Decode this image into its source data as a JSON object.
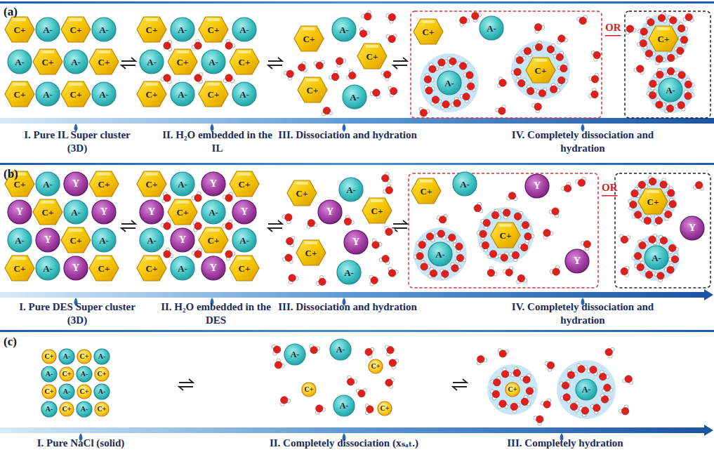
{
  "diagram": {
    "nodes": [
      {
        "text": [
          "C+"
        ]
      },
      {
        "text": [
          "A-"
        ]
      },
      {
        "text": [
          "C+"
        ]
      },
      {
        "text": [
          "A-"
        ]
      },
      {
        "text": [
          "A-"
        ]
      },
      {
        "text": [
          "C+"
        ]
      },
      {
        "text": [
          "A-"
        ]
      },
      {
        "text": [
          "C+"
        ]
      },
      {
        "text": [
          "C+"
        ]
      },
      {
        "text": [
          "A-"
        ]
      },
      {
        "text": [
          "C+"
        ]
      },
      {
        "text": [
          "A-"
        ]
      },
      {
        "text": [
          "C+"
        ]
      },
      {
        "text": [
          "A-"
        ]
      },
      {
        "text": [
          "C+"
        ]
      },
      {
        "text": [
          "A-"
        ]
      },
      {
        "text": [
          "A-"
        ]
      },
      {
        "text": [
          "C+"
        ]
      },
      {
        "text": [
          "A-"
        ]
      },
      {
        "text": [
          "C+"
        ]
      },
      {
        "text": [
          "C+"
        ]
      },
      {
        "text": [
          "A-"
        ]
      },
      {
        "text": [
          "C+"
        ]
      },
      {
        "text": [
          "A-"
        ]
      },
      {
        "text": [
          "C+"
        ]
      },
      {
        "text": [
          "A-"
        ]
      },
      {
        "text": [
          "C+"
        ]
      },
      {
        "text": [
          "C+"
        ]
      },
      {
        "text": [
          "A-"
        ]
      },
      {
        "text": [
          "C+"
        ]
      },
      {
        "text": [
          "A-"
        ]
      },
      {
        "text": [
          "C+"
        ]
      },
      {
        "text": [
          "A-"
        ]
      },
      {
        "text": [
          "C+"
        ]
      },
      {
        "text": [
          "A-"
        ]
      },
      {
        "text": [
          "C+"
        ]
      },
      {
        "text": [
          "A-"
        ]
      },
      {
        "text": [
          "Y"
        ]
      },
      {
        "text": [
          "C+"
        ]
      },
      {
        "text": [
          "Y"
        ]
      },
      {
        "text": [
          "C+"
        ]
      },
      {
        "text": [
          "A-"
        ]
      },
      {
        "text": [
          "Y"
        ]
      },
      {
        "text": [
          "A-"
        ]
      },
      {
        "text": [
          "Y"
        ]
      },
      {
        "text": [
          "C+"
        ]
      },
      {
        "text": [
          "A-"
        ]
      },
      {
        "text": [
          "C+"
        ]
      },
      {
        "text": [
          "A-"
        ]
      },
      {
        "text": [
          "Y"
        ]
      },
      {
        "text": [
          "C+"
        ]
      },
      {
        "text": [
          "C+"
        ]
      },
      {
        "text": [
          "A-"
        ]
      },
      {
        "text": [
          "Y"
        ]
      },
      {
        "text": [
          "C+"
        ]
      },
      {
        "text": [
          "Y"
        ]
      },
      {
        "text": [
          "C+"
        ]
      },
      {
        "text": [
          "A-"
        ]
      },
      {
        "text": [
          "Y"
        ]
      },
      {
        "text": [
          "A-"
        ]
      },
      {
        "text": [
          "Y"
        ]
      },
      {
        "text": [
          "C+"
        ]
      },
      {
        "text": [
          "A-"
        ]
      },
      {
        "text": [
          "C+"
        ]
      },
      {
        "text": [
          "A-"
        ]
      },
      {
        "text": [
          "Y"
        ]
      },
      {
        "text": [
          "C+"
        ]
      },
      {
        "text": [
          "C+"
        ]
      },
      {
        "text": [
          "Y"
        ]
      },
      {
        "text": [
          "A-"
        ]
      },
      {
        "text": [
          "C+"
        ]
      },
      {
        "text": [
          "C+"
        ]
      },
      {
        "text": [
          "Y"
        ]
      },
      {
        "text": [
          "A-"
        ]
      },
      {
        "text": [
          "C+"
        ]
      },
      {
        "text": [
          "A-"
        ]
      },
      {
        "text": [
          "Y"
        ]
      },
      {
        "text": [
          "C+"
        ]
      },
      {
        "text": [
          "A-"
        ]
      },
      {
        "text": [
          "Y"
        ]
      },
      {
        "text": [
          "C+"
        ]
      },
      {
        "text": [
          "A-"
        ]
      },
      {
        "text": [
          "Y"
        ]
      },
      {
        "text": [
          "C+"
        ]
      },
      {
        "text": [
          "A-"
        ]
      },
      {
        "text": [
          "C+"
        ]
      },
      {
        "text": [
          "A-"
        ]
      },
      {
        "text": [
          "A-"
        ]
      },
      {
        "text": [
          "C+"
        ]
      },
      {
        "text": [
          "A-"
        ]
      },
      {
        "text": [
          "C+"
        ]
      },
      {
        "text": [
          "C+"
        ]
      },
      {
        "text": [
          "A-"
        ]
      },
      {
        "text": [
          "C+"
        ]
      },
      {
        "text": [
          "A-"
        ]
      },
      {
        "text": [
          "A-"
        ]
      },
      {
        "text": [
          "C+"
        ]
      },
      {
        "text": [
          "A-"
        ]
      },
      {
        "text": [
          "C+"
        ]
      },
      {
        "text": [
          "A-"
        ]
      },
      {
        "text": [
          "A-"
        ]
      },
      {
        "text": [
          "C+"
        ]
      },
      {
        "text": [
          "C+"
        ]
      },
      {
        "text": [
          "A-"
        ]
      },
      {
        "text": [
          "C+"
        ]
      },
      {
        "text": [
          "C+"
        ]
      },
      {
        "text": [
          "A-"
        ]
      }
    ],
    "labels": [
      "(a)",
      "OR",
      "I. Pure IL Super cluster (3D)",
      "II. H₂O embedded in the IL",
      "III. Dissociation and hydration",
      "IV. Completely dissociation and hydration",
      "(b)",
      "OR",
      "I. Pure DES Super cluster (3D)",
      "II. H₂O embedded in the DES",
      "III. Dissociation and hydration",
      "IV. Completely dissociation and hydration",
      "(c)",
      "I. Pure NaCl (solid)",
      "II. Completely dissociation (xₛₐₜ.)",
      "III. Completely hydration"
    ]
  }
}
